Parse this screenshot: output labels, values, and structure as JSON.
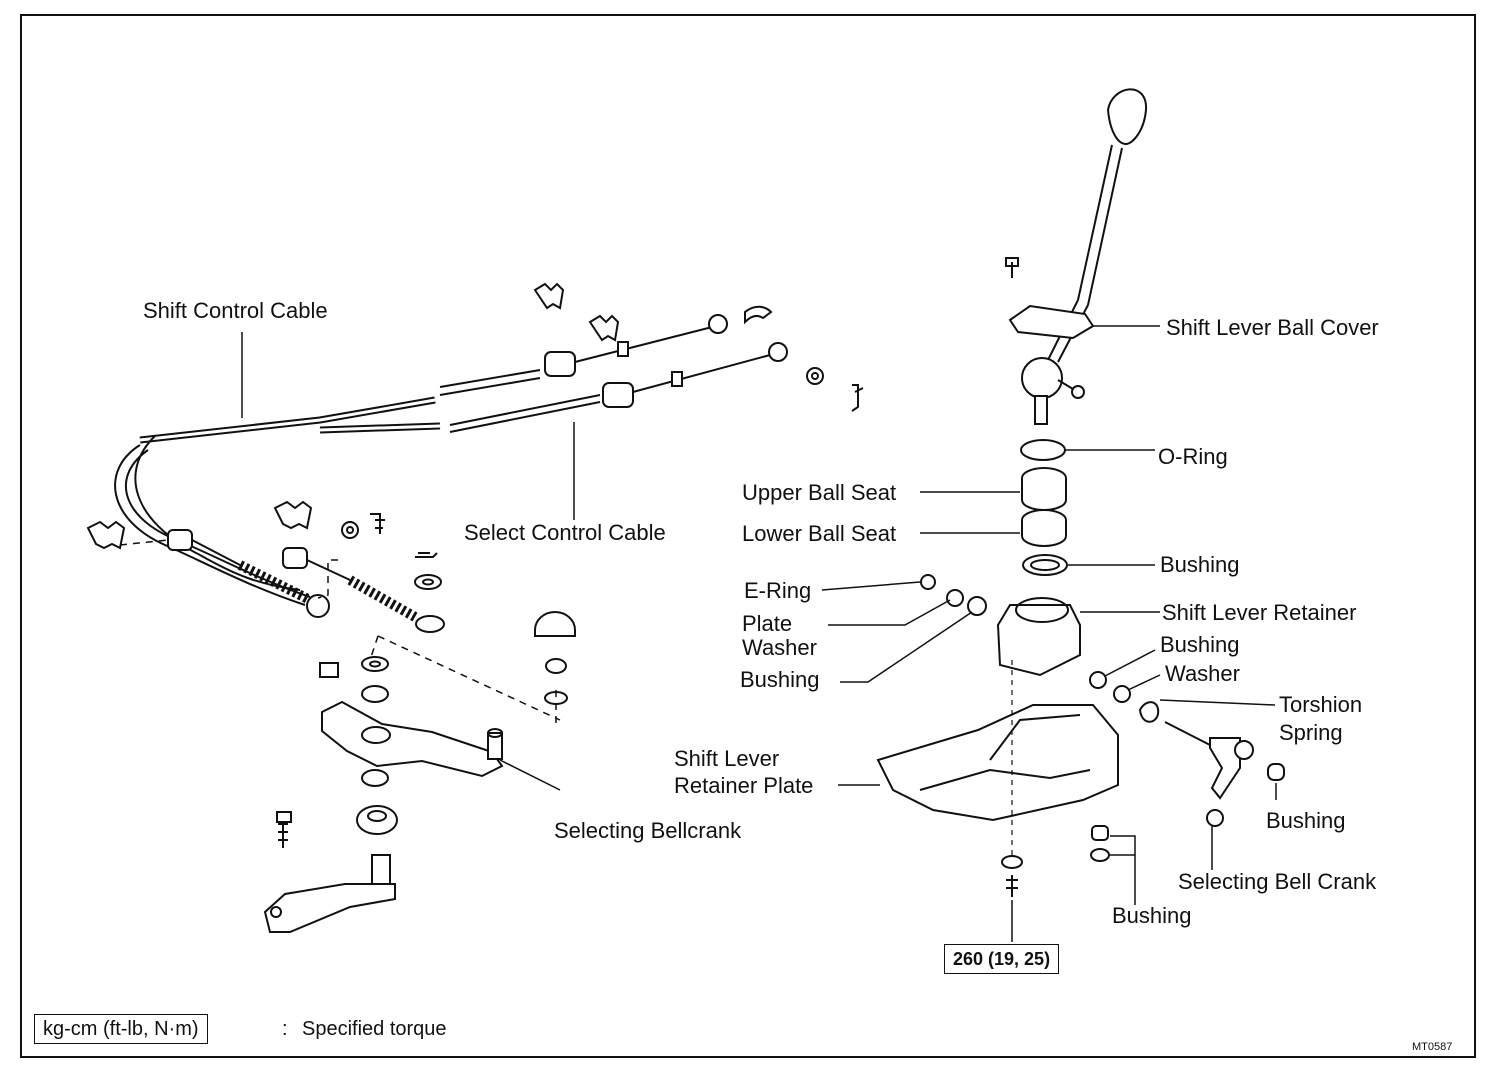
{
  "labels": {
    "shift_control_cable": "Shift Control Cable",
    "select_control_cable": "Select Control Cable",
    "selecting_bellcrank": "Selecting Bellcrank",
    "shift_lever_ball_cover": "Shift Lever Ball Cover",
    "o_ring": "O-Ring",
    "upper_ball_seat": "Upper Ball Seat",
    "lower_ball_seat": "Lower Ball Seat",
    "bushing_upper": "Bushing",
    "e_ring": "E-Ring",
    "plate_washer_line1": "Plate",
    "plate_washer_line2": "Washer",
    "bushing_left": "Bushing",
    "shift_lever_retainer": "Shift Lever Retainer",
    "bushing_right_upper": "Bushing",
    "washer": "Washer",
    "torshion_spring_line1": "Torshion",
    "torshion_spring_line2": "Spring",
    "shift_lever_retainer_plate_line1": "Shift Lever",
    "shift_lever_retainer_plate_line2": "Retainer Plate",
    "bushing_right_lower": "Bushing",
    "selecting_bell_crank": "Selecting Bell Crank",
    "bushing_bottom": "Bushing"
  },
  "torque": {
    "value": "260 (19, 25)"
  },
  "legend": {
    "unit_box": "kg-cm (ft-lb, N·m)",
    "separator": ":",
    "description": "Specified torque"
  },
  "figure_code": "MT0587",
  "colors": {
    "ink": "#111111",
    "paper": "#ffffff"
  }
}
